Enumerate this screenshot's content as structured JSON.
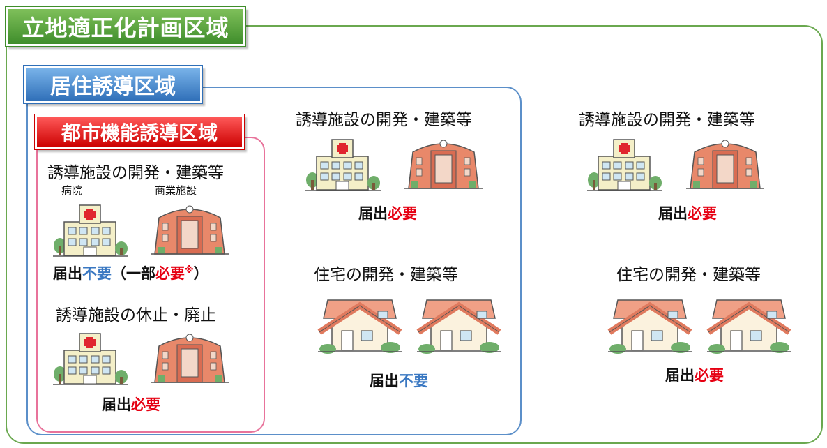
{
  "areas": {
    "plan_area": "立地適正化計画区域",
    "residential_area": "居住誘導区域",
    "urban_function_area": "都市機能誘導区域"
  },
  "urban_function": {
    "dev_title": "誘導施設の開発・建築等",
    "hospital_label": "病院",
    "commercial_label": "商業施設",
    "dev_notify_prefix": "届出",
    "dev_notify_status": "不要",
    "dev_notify_open": "（一部",
    "dev_notify_partial": "必要",
    "dev_notify_mark": "※",
    "dev_notify_close": "）",
    "closure_title": "誘導施設の休止・廃止",
    "closure_notify_prefix": "届出",
    "closure_notify_status": "必要"
  },
  "residential": {
    "facility_title": "誘導施設の開発・建築等",
    "facility_notify_prefix": "届出",
    "facility_notify_status": "必要",
    "housing_title": "住宅の開発・建築等",
    "housing_notify_prefix": "届出",
    "housing_notify_status": "不要"
  },
  "outside": {
    "facility_title": "誘導施設の開発・建築等",
    "facility_notify_prefix": "届出",
    "facility_notify_status": "必要",
    "housing_title": "住宅の開発・建築等",
    "housing_notify_prefix": "届出",
    "housing_notify_status": "必要"
  },
  "colors": {
    "required": "#e60012",
    "not_required": "#3a78c2",
    "plan_area": "#6aa84f",
    "residential_area": "#5b8fc9",
    "urban_function_area": "#e8739b"
  },
  "icons": [
    "hospital-icon",
    "commercial-building-icon",
    "house-icon"
  ]
}
